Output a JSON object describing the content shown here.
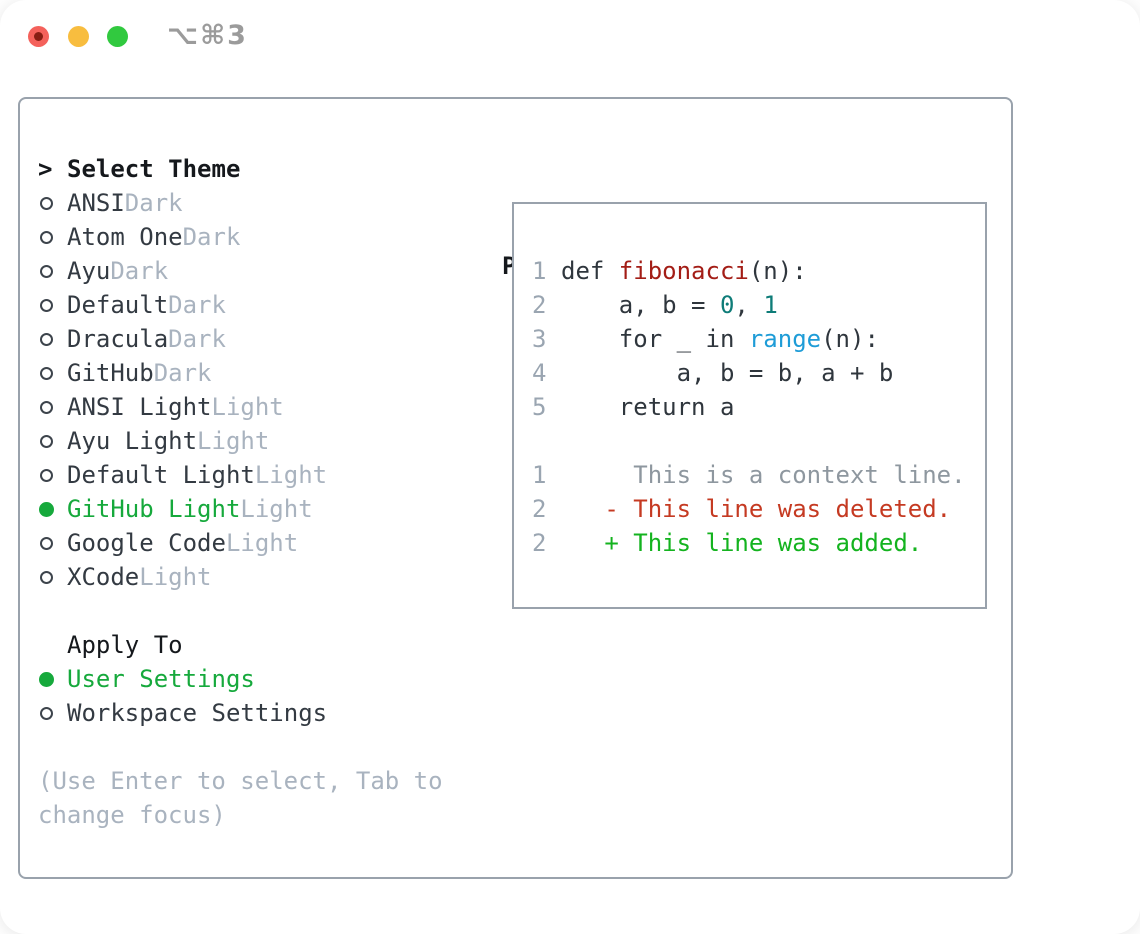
{
  "window": {
    "shortcut_label": "⌥⌘3",
    "traffic_lights": [
      "close",
      "minimize",
      "maximize"
    ]
  },
  "colors": {
    "accent_green": "#16a93c",
    "function_red": "#a31d16",
    "number_teal": "#0e7c78",
    "builtin_blue": "#1e9cd7",
    "diff_deleted": "#c53a22",
    "diff_added": "#14b31f",
    "diff_context": "#8e979f",
    "border": "#99a2ac",
    "muted": "#a9b3bf",
    "traffic_red": "#f4615b",
    "traffic_yellow": "#f8bd3f",
    "traffic_green": "#31c93f"
  },
  "theme_panel": {
    "title_prefix": ">",
    "title": "Select Theme",
    "themes": [
      {
        "label": "ANSI",
        "variant": "Dark",
        "selected": false
      },
      {
        "label": "Atom One",
        "variant": "Dark",
        "selected": false
      },
      {
        "label": "Ayu",
        "variant": "Dark",
        "selected": false
      },
      {
        "label": "Default",
        "variant": "Dark",
        "selected": false
      },
      {
        "label": "Dracula",
        "variant": "Dark",
        "selected": false
      },
      {
        "label": "GitHub",
        "variant": "Dark",
        "selected": false
      },
      {
        "label": "ANSI Light",
        "variant": "Light",
        "selected": false
      },
      {
        "label": "Ayu Light",
        "variant": "Light",
        "selected": false
      },
      {
        "label": "Default Light",
        "variant": "Light",
        "selected": false
      },
      {
        "label": "GitHub Light",
        "variant": "Light",
        "selected": true
      },
      {
        "label": "Google Code",
        "variant": "Light",
        "selected": false
      },
      {
        "label": "XCode",
        "variant": "Light",
        "selected": false
      }
    ],
    "apply_to": {
      "title": "Apply To",
      "options": [
        {
          "label": "User Settings",
          "selected": true
        },
        {
          "label": "Workspace Settings",
          "selected": false
        }
      ]
    },
    "hint": "(Use Enter to select, Tab to change focus)"
  },
  "preview": {
    "title": "Preview",
    "code_lines": [
      {
        "num": "1",
        "segments": [
          {
            "t": "def ",
            "k": "plain"
          },
          {
            "t": "fibonacci",
            "k": "function"
          },
          {
            "t": "(n):",
            "k": "plain"
          }
        ]
      },
      {
        "num": "2",
        "segments": [
          {
            "t": "    a, b = ",
            "k": "plain"
          },
          {
            "t": "0",
            "k": "number"
          },
          {
            "t": ", ",
            "k": "plain"
          },
          {
            "t": "1",
            "k": "number"
          }
        ]
      },
      {
        "num": "3",
        "segments": [
          {
            "t": "    for _ in ",
            "k": "plain"
          },
          {
            "t": "range",
            "k": "builtin"
          },
          {
            "t": "(n):",
            "k": "plain"
          }
        ]
      },
      {
        "num": "4",
        "segments": [
          {
            "t": "        a, b = b, a + b",
            "k": "plain"
          }
        ]
      },
      {
        "num": "5",
        "segments": [
          {
            "t": "    return a",
            "k": "plain"
          }
        ]
      }
    ],
    "diff_lines": [
      {
        "num": "1",
        "text": "     This is a context line.",
        "type": "context"
      },
      {
        "num": "2",
        "text": "   - This line was deleted.",
        "type": "deleted"
      },
      {
        "num": "2",
        "text": "   + This line was added.",
        "type": "added"
      }
    ]
  }
}
